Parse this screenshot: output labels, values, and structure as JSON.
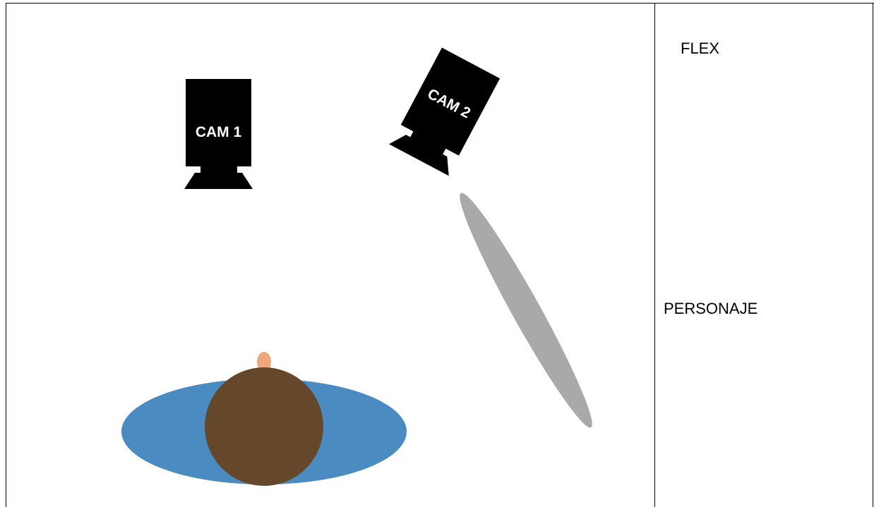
{
  "diagram": {
    "cameras": [
      {
        "label": "CAM 1",
        "icon": "camera-icon"
      },
      {
        "label": "CAM 2",
        "icon": "camera-icon"
      }
    ],
    "flex_panel": {
      "color": "#a9a9a9"
    },
    "character": {
      "body_color": "#4a8bc2",
      "head_color": "#65482a",
      "nose_color": "#f0a77a"
    }
  },
  "side_labels": {
    "flex": "FLEX",
    "personaje": "PERSONAJE"
  }
}
